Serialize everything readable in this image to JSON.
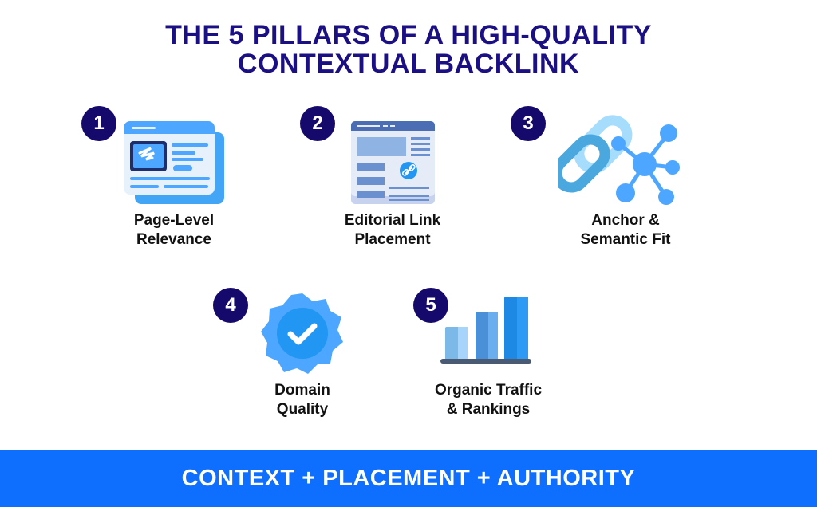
{
  "title": {
    "line1": "THE 5 PILLARS OF A HIGH-QUALITY",
    "line2": "CONTEXTUAL BACKLINK"
  },
  "pillars": [
    {
      "number": "1",
      "line1": "Page-Level",
      "line2": "Relevance",
      "icon": "webpage-icon"
    },
    {
      "number": "2",
      "line1": "Editorial Link",
      "line2": "Placement",
      "icon": "article-link-icon"
    },
    {
      "number": "3",
      "line1": "Anchor &",
      "line2": "Semantic Fit",
      "icon": "chain-network-icon"
    },
    {
      "number": "4",
      "line1": "Domain",
      "line2": "Quality",
      "icon": "verified-badge-icon"
    },
    {
      "number": "5",
      "line1": "Organic Traffic",
      "line2": "& Rankings",
      "icon": "bar-chart-icon"
    }
  ],
  "banner": "CONTEXT + PLACEMENT + AUTHORITY",
  "colors": {
    "title": "#1b0f84",
    "badge": "#150a6b",
    "banner": "#0e6efd"
  }
}
